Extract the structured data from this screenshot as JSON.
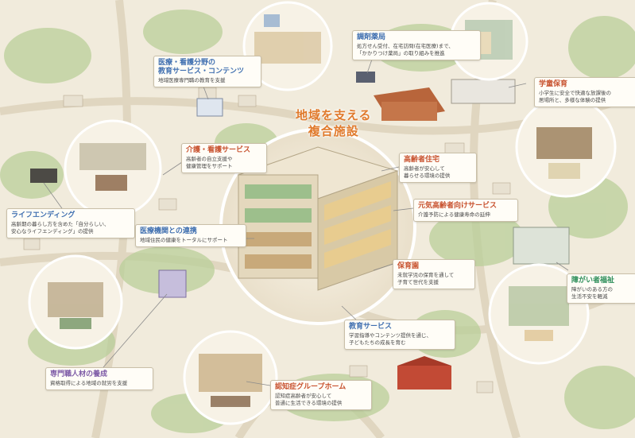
{
  "main_title": {
    "line1": "地域を支える",
    "line2": "複合施設"
  },
  "labels": {
    "medical_education": {
      "title": "医療・看護分野の\n教育サービス・コンテンツ",
      "desc": "地域医療専門職の教育を支援"
    },
    "pharmacy": {
      "title": "調剤薬局",
      "desc": "処方せん受付、在宅訪問(在宅医療)まで、\n「かかりつけ薬局」の取り組みを推進"
    },
    "school_childcare": {
      "title": "学童保育",
      "desc": "小学生に安全で快適な放課後の\n居場所と、多様な体験の提供"
    },
    "care_nursing": {
      "title": "介護・看護サービス",
      "desc": "高齢者の自立支援や\n健康管理をサポート"
    },
    "elderly_housing": {
      "title": "高齢者住宅",
      "desc": "高齢者が安心して\n暮らせる環境の提供"
    },
    "life_ending": {
      "title": "ライフエンディング",
      "desc": "高齢期の暮らし方を含めた「自分らしい、\n安心なライフエンディング」の提供"
    },
    "medical_cooperation": {
      "title": "医療機関との連携",
      "desc": "地域住民の健康をトータルにサポート"
    },
    "active_elderly": {
      "title": "元気高齢者向けサービス",
      "desc": "介護予防による健康寿命の延伸"
    },
    "nursery": {
      "title": "保育園",
      "desc": "未就学児の保育を通して\n子育て世代を支援"
    },
    "disability_welfare": {
      "title": "障がい者福祉",
      "desc": "障がいのある方の\n生活不安を軽減"
    },
    "education_service": {
      "title": "教育サービス",
      "desc": "学習指導やコンテンツ提供を通じ、\n子どもたちの成長を育む"
    },
    "professional_training": {
      "title": "専門職人材の養成",
      "desc": "資格取得による地域の就労を支援"
    },
    "dementia_group_home": {
      "title": "認知症グループホーム",
      "desc": "認知症高齢者が安心して\n普通に生活できる環境の提供"
    }
  },
  "colors": {
    "blue": "#3f6fb0",
    "green": "#2f8f5b",
    "red": "#c8522f",
    "purple": "#7d5aa6",
    "orange": "#e07a2c"
  }
}
